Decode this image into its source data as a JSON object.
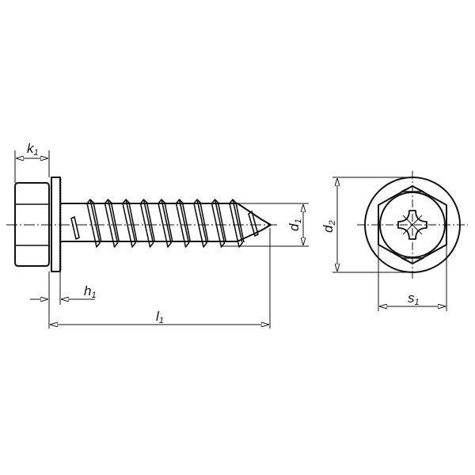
{
  "labels": {
    "k": "k",
    "k_sub": "1",
    "h": "h",
    "h_sub": "1",
    "l": "l",
    "l_sub": "1",
    "d1": "d",
    "d1_sub": "1",
    "d2": "d",
    "d2_sub": "2",
    "s": "s",
    "s_sub": "1"
  },
  "colors": {
    "line": "#111111",
    "background": "#ffffff"
  }
}
